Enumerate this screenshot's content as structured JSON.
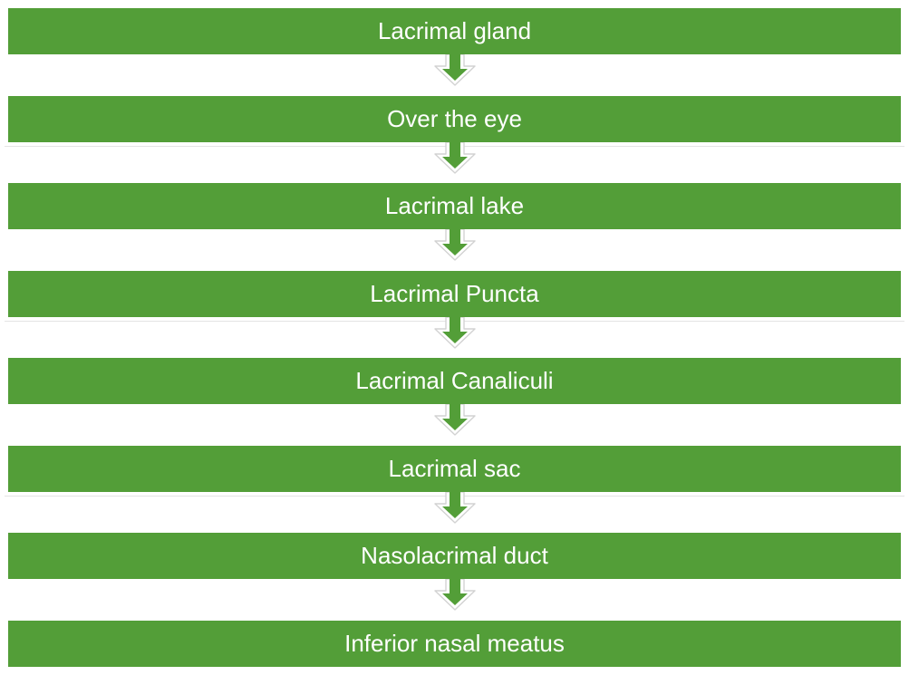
{
  "colors": {
    "box_fill": "#539e38",
    "box_text": "#ffffff",
    "arrow_fill": "#539e38",
    "arrow_outline": "#d2d2d2"
  },
  "steps": [
    {
      "label": "Lacrimal gland"
    },
    {
      "label": "Over the eye"
    },
    {
      "label": "Lacrimal lake"
    },
    {
      "label": "Lacrimal Puncta"
    },
    {
      "label": "Lacrimal Canaliculi"
    },
    {
      "label": "Lacrimal sac"
    },
    {
      "label": "Nasolacrimal duct"
    },
    {
      "label": "Inferior nasal meatus"
    }
  ],
  "connectors": [
    {
      "icon": "down-arrow-icon"
    },
    {
      "icon": "down-arrow-icon"
    },
    {
      "icon": "down-arrow-icon"
    },
    {
      "icon": "down-arrow-icon"
    },
    {
      "icon": "down-arrow-icon"
    },
    {
      "icon": "down-arrow-icon"
    },
    {
      "icon": "down-arrow-icon"
    }
  ]
}
